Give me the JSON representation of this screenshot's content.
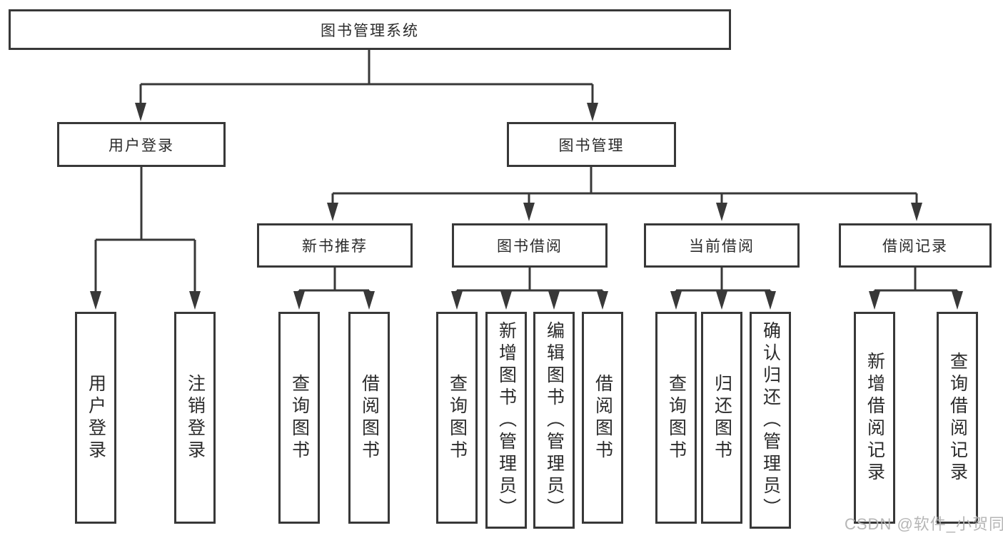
{
  "diagram_title": "图书管理系统",
  "watermark": "CSDN @软件_小贺同学",
  "colors": {
    "line": "#383838",
    "text": "#2b2b2b",
    "box_bg": "#ffffff",
    "watermark": "#b2b2b2"
  },
  "nodes": {
    "root": {
      "label": "图书管理系统"
    },
    "user_login": {
      "label": "用户登录"
    },
    "book_mgmt": {
      "label": "图书管理"
    },
    "new_books": {
      "label": "新书推荐"
    },
    "book_borrow": {
      "label": "图书借阅"
    },
    "current_borrow": {
      "label": "当前借阅"
    },
    "borrow_records": {
      "label": "借阅记录"
    },
    "leaf_user_login": {
      "label": "用户登录"
    },
    "leaf_logout": {
      "label": "注销登录"
    },
    "leaf_nb_query": {
      "label": "查询图书"
    },
    "leaf_nb_borrow": {
      "label": "借阅图书"
    },
    "leaf_bb_query": {
      "label": "查询图书"
    },
    "leaf_bb_add": {
      "label": "新增图书（管理员）"
    },
    "leaf_bb_edit": {
      "label": "编辑图书（管理员）"
    },
    "leaf_bb_borrow": {
      "label": "借阅图书"
    },
    "leaf_cb_query": {
      "label": "查询图书"
    },
    "leaf_cb_return": {
      "label": "归还图书"
    },
    "leaf_cb_confirm": {
      "label": "确认归还（管理员）"
    },
    "leaf_br_add": {
      "label": "新增借阅记录"
    },
    "leaf_br_query": {
      "label": "查询借阅记录"
    }
  },
  "edges": [
    {
      "from": "root",
      "to": [
        "user_login",
        "book_mgmt"
      ]
    },
    {
      "from": "user_login",
      "to": [
        "leaf_user_login",
        "leaf_logout"
      ]
    },
    {
      "from": "book_mgmt",
      "to": [
        "new_books",
        "book_borrow",
        "current_borrow",
        "borrow_records"
      ]
    },
    {
      "from": "new_books",
      "to": [
        "leaf_nb_query",
        "leaf_nb_borrow"
      ]
    },
    {
      "from": "book_borrow",
      "to": [
        "leaf_bb_query",
        "leaf_bb_add",
        "leaf_bb_edit",
        "leaf_bb_borrow"
      ]
    },
    {
      "from": "current_borrow",
      "to": [
        "leaf_cb_query",
        "leaf_cb_return",
        "leaf_cb_confirm"
      ]
    },
    {
      "from": "borrow_records",
      "to": [
        "leaf_br_add",
        "leaf_br_query"
      ]
    }
  ]
}
